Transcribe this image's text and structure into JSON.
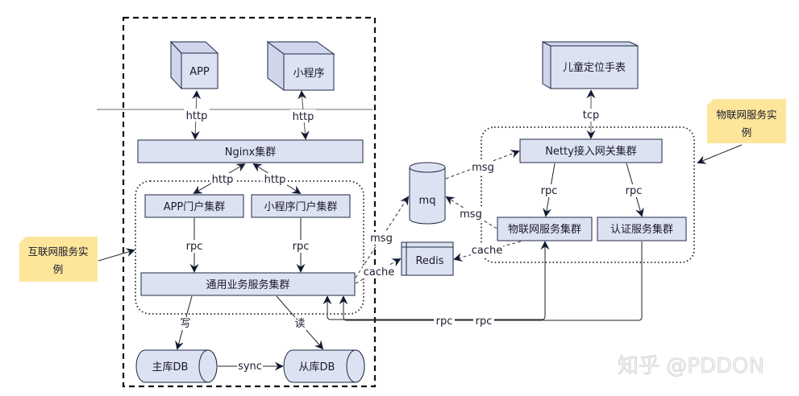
{
  "colors": {
    "node_fill": "#dde2f2",
    "node_stroke": "#1f2a44",
    "note_fill": "#fde59a",
    "edge": "#111a33",
    "watermark": "#c8c8c8"
  },
  "clients": {
    "app": "APP",
    "miniprogram": "小程序",
    "watch": "儿童定位手表"
  },
  "internet": {
    "nginx": "Nginx集群",
    "app_portal": "APP门户集群",
    "mini_portal": "小程序门户集群",
    "general_service": "通用业务服务集群",
    "master_db": "主库DB",
    "slave_db": "从库DB"
  },
  "middleware": {
    "mq": "mq",
    "redis": "Redis"
  },
  "iot": {
    "netty": "Netty接入网关集群",
    "iot_service": "物联网服务集群",
    "auth_service": "认证服务集群"
  },
  "notes": {
    "internet_instance_line1": "互联网服务实",
    "internet_instance_line2": "例",
    "iot_instance_line1": "物联网服务实",
    "iot_instance_line2": "例"
  },
  "edge_labels": {
    "app_http": "http",
    "mini_http": "http",
    "nginx_app_http": "http",
    "nginx_mini_http": "http",
    "app_rpc": "rpc",
    "mini_rpc": "rpc",
    "write": "写",
    "read": "读",
    "sync": "sync",
    "general_msg": "msg",
    "general_cache": "cache",
    "mq_netty_msg": "msg",
    "iot_mq_msg": "msg",
    "iot_cache": "cache",
    "tcp": "tcp",
    "netty_iot_rpc": "rpc",
    "netty_auth_rpc": "rpc",
    "bottom_rpc_1": "rpc",
    "bottom_rpc_2": "rpc"
  },
  "watermark": "知乎 @PDDON"
}
